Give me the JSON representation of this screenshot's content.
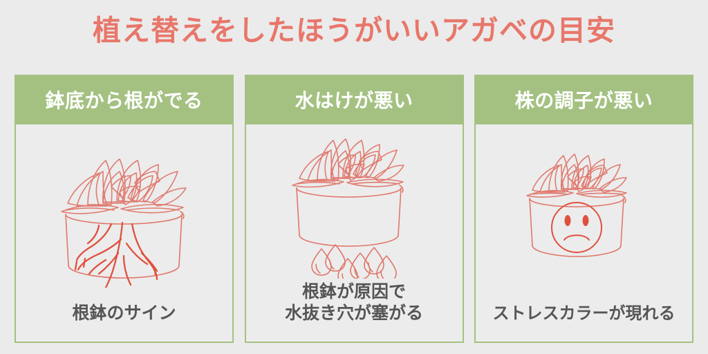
{
  "page": {
    "title": "植え替えをしたほうがいいアガベの目安",
    "background_color": "#ebebeb",
    "title_color": "#e8766a",
    "header_color": "#a4c182",
    "caption_color": "#555555",
    "illustration_color": "#e0766a",
    "accent_root_color": "#e0503f"
  },
  "cards": [
    {
      "header": "鉢底から根がでる",
      "caption_line1": "根鉢のサイン",
      "caption_line2": "",
      "illustration": "agave-pot-roots-icon"
    },
    {
      "header": "水はけが悪い",
      "caption_line1": "根鉢が原因で",
      "caption_line2": "水抜き穴が塞がる",
      "illustration": "agave-pot-waterdrops-icon"
    },
    {
      "header": "株の調子が悪い",
      "caption_line1": "ストレスカラーが現れる",
      "caption_line2": "",
      "illustration": "agave-pot-sadface-icon"
    }
  ]
}
